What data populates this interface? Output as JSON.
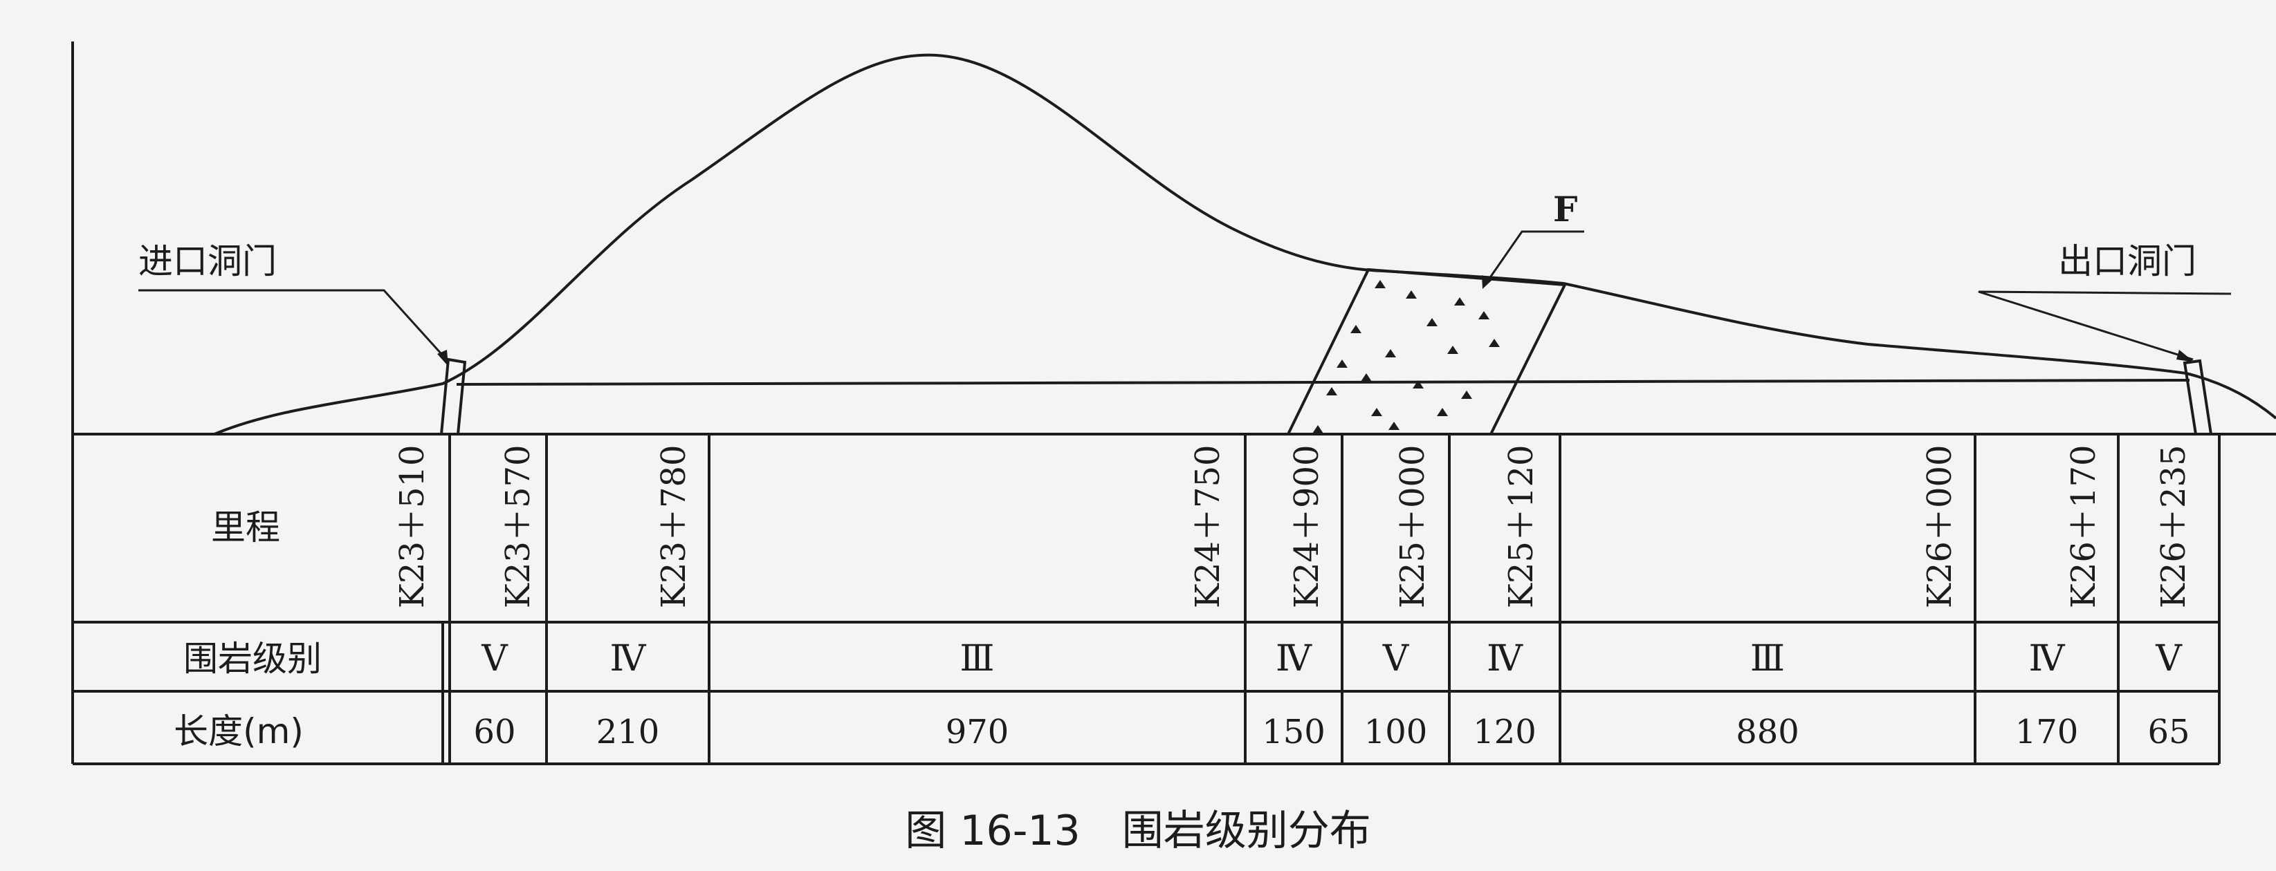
{
  "labels": {
    "entrance": "进口洞门",
    "exit": "出口洞门",
    "fault": "F",
    "row_station": "里程",
    "row_grade": "围岩级别",
    "row_length": "长度(m)",
    "caption": "图 16-13　围岩级别分布"
  },
  "stations": [
    "K23＋510",
    "K23＋570",
    "K23＋780",
    "K24＋750",
    "K24＋900",
    "K25＋000",
    "K25＋120",
    "K26＋000",
    "K26＋170",
    "K26＋235"
  ],
  "segments": [
    {
      "grade": "Ⅴ",
      "length": "60"
    },
    {
      "grade": "Ⅳ",
      "length": "210"
    },
    {
      "grade": "Ⅲ",
      "length": "970"
    },
    {
      "grade": "Ⅳ",
      "length": "150"
    },
    {
      "grade": "Ⅴ",
      "length": "100"
    },
    {
      "grade": "Ⅳ",
      "length": "120"
    },
    {
      "grade": "Ⅲ",
      "length": "880"
    },
    {
      "grade": "Ⅳ",
      "length": "170"
    },
    {
      "grade": "Ⅴ",
      "length": "65"
    }
  ]
}
